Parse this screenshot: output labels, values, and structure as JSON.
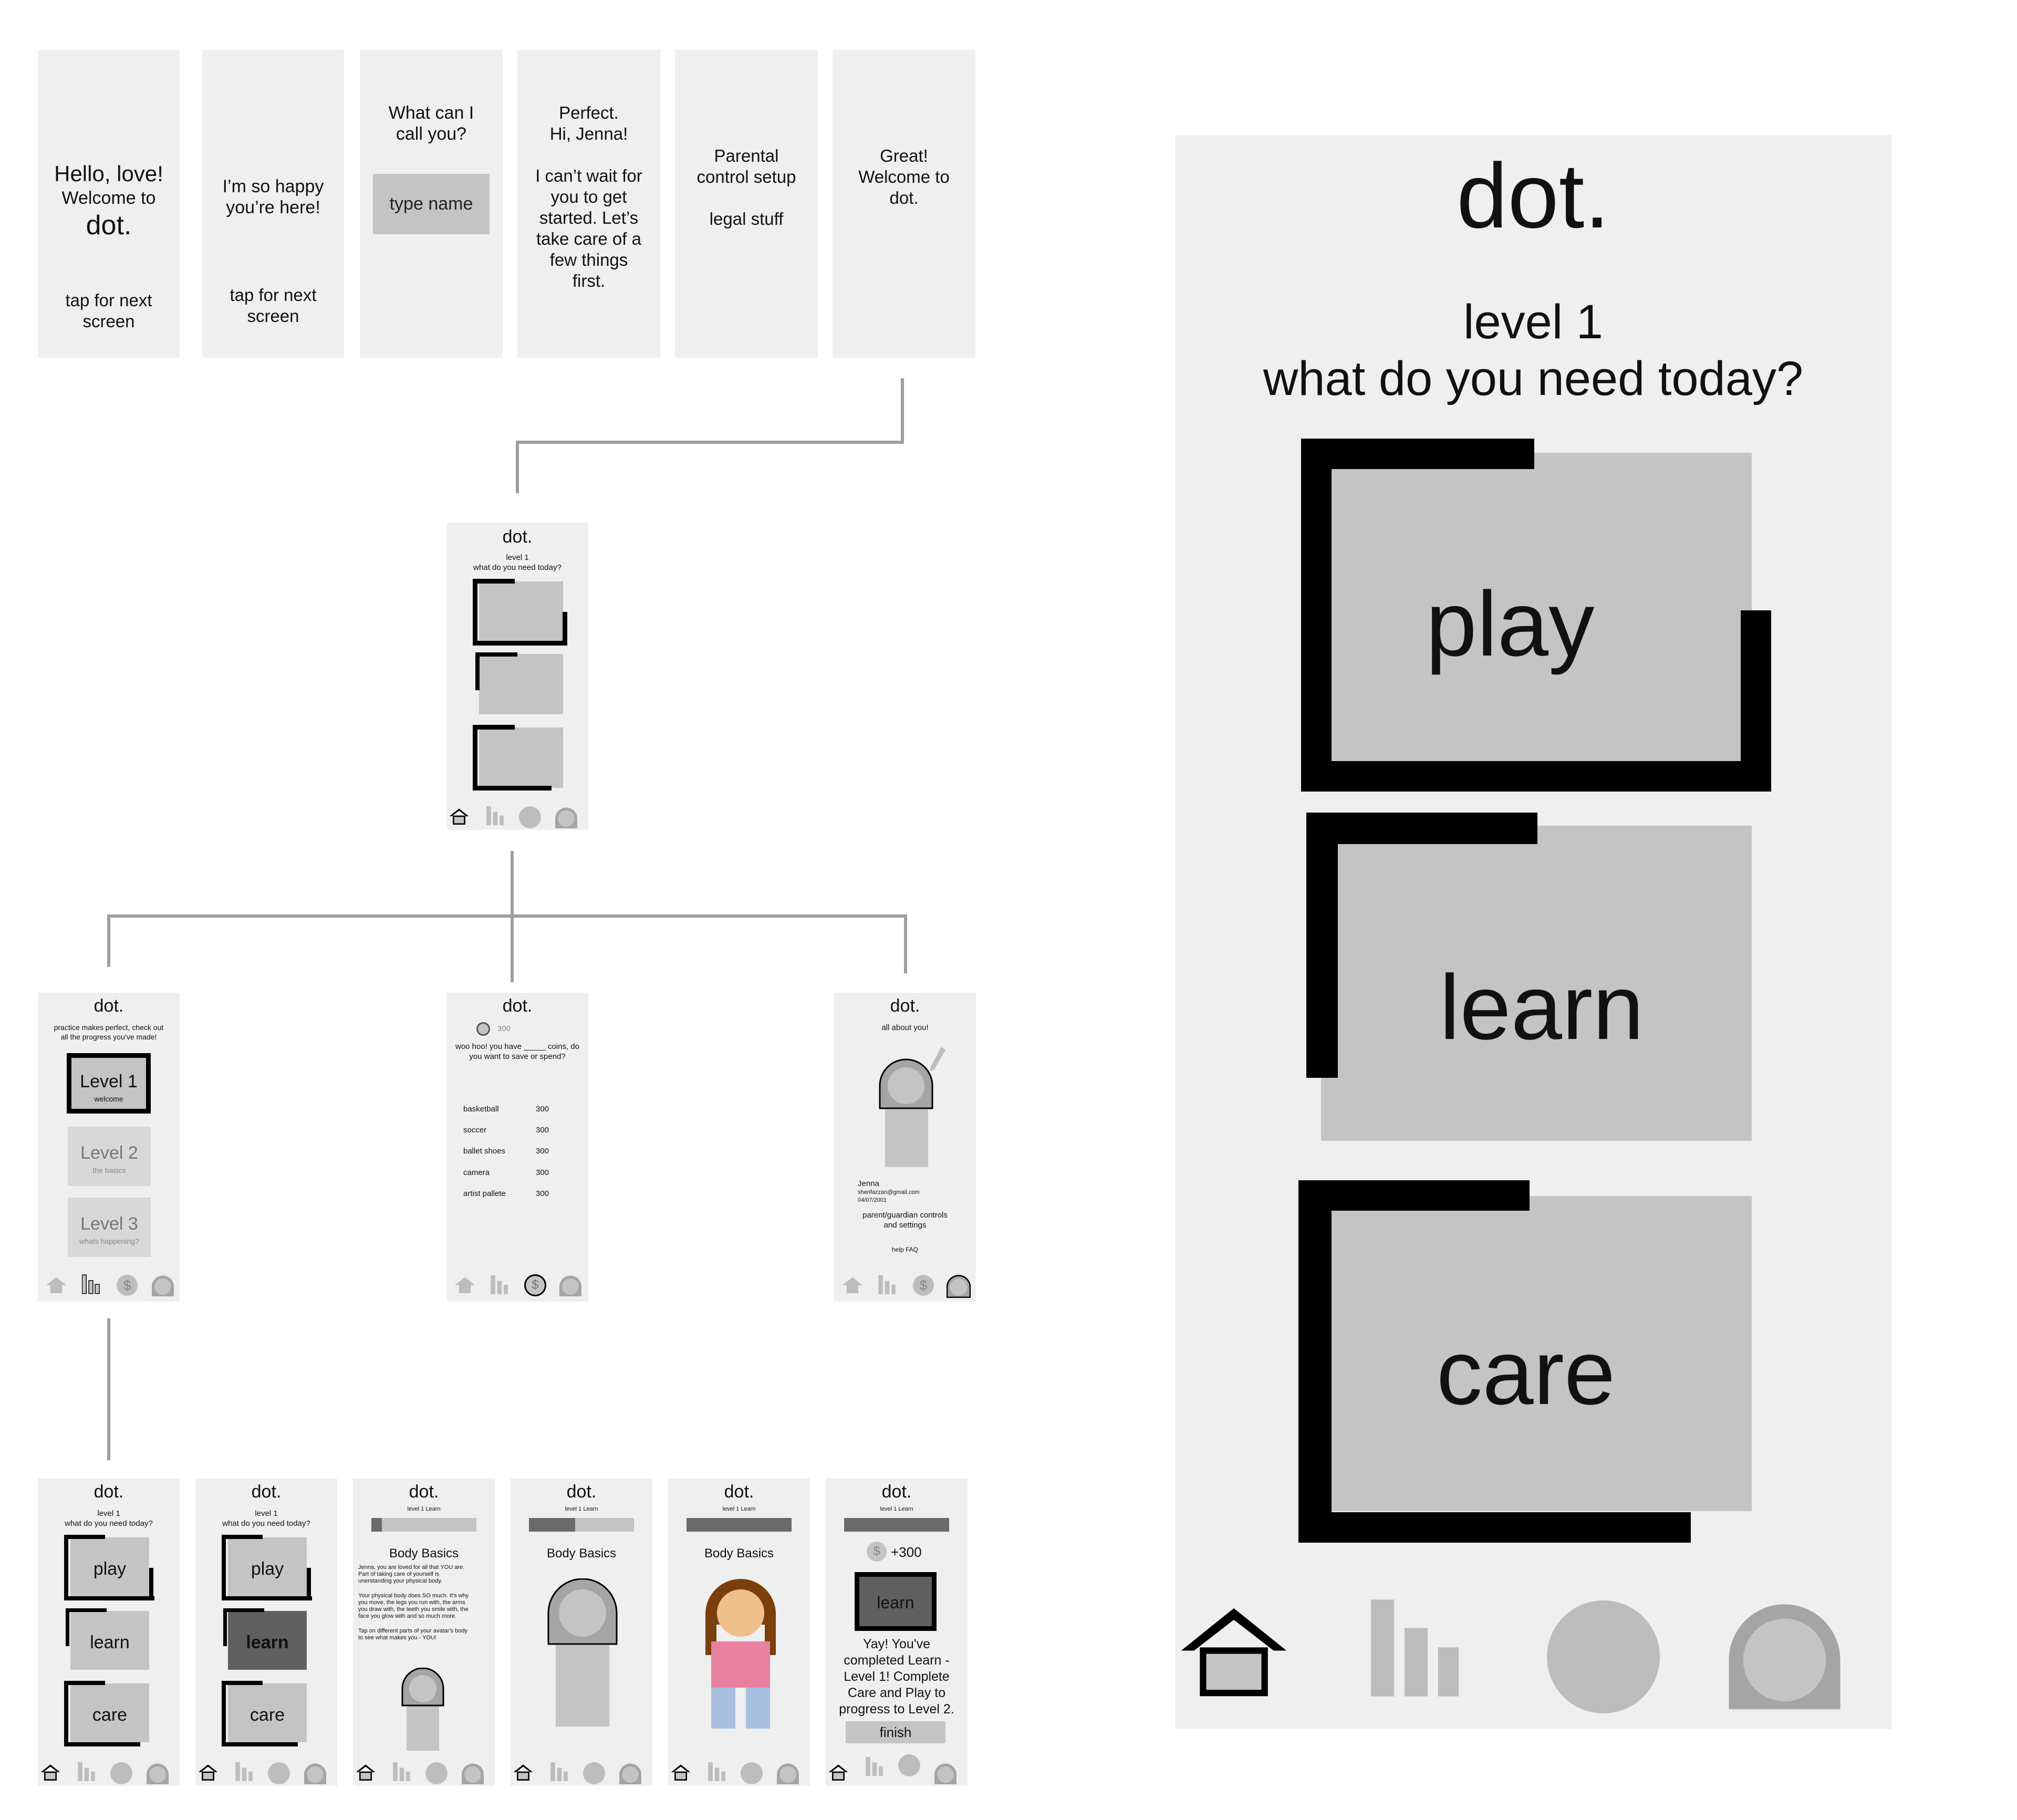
{
  "brand": "dot.",
  "onboarding": {
    "s1": {
      "line1": "Hello, love!",
      "line2": "Welcome to",
      "line3": "dot.",
      "tap1": "tap for next",
      "tap2": "screen"
    },
    "s2": {
      "line1": "I’m so happy",
      "line2": "you’re here!",
      "tap1": "tap for next",
      "tap2": "screen"
    },
    "s3": {
      "line1": "What can I",
      "line2": "call you?",
      "input_placeholder": "type name"
    },
    "s4": {
      "lines": [
        "Perfect.",
        "Hi, Jenna!",
        "",
        "I can’t wait for",
        "you to get",
        "started. Let’s",
        "take care of a",
        "few things",
        "first."
      ]
    },
    "s5": {
      "line1": "Parental",
      "line2": "control setup",
      "line3": "legal stuff"
    },
    "s6": {
      "line1": "Great!",
      "line2": "Welcome to",
      "line3": "dot."
    }
  },
  "home": {
    "level": "level 1",
    "prompt": "what do you need today?",
    "options": [
      "play",
      "learn",
      "care"
    ]
  },
  "progress": {
    "intro1": "practice makes perfect, check out",
    "intro2": "all the progress you’ve made!",
    "levels": [
      {
        "name": "Level 1",
        "sub": "welcome"
      },
      {
        "name": "Level 2",
        "sub": "the basics"
      },
      {
        "name": "Level 3",
        "sub": "whats happening?"
      }
    ]
  },
  "shop": {
    "coins": "300",
    "text1": "woo hoo! you have _____ coins, do",
    "text2": "you want to save or spend?",
    "items": [
      {
        "name": "basketball",
        "price": "300"
      },
      {
        "name": "soccer",
        "price": "300"
      },
      {
        "name": "ballet shoes",
        "price": "300"
      },
      {
        "name": "camera",
        "price": "300"
      },
      {
        "name": "artist pallete",
        "price": "300"
      }
    ]
  },
  "profile": {
    "heading": "all about you!",
    "name": "Jenna",
    "email": "sherifazzan@gmail.com",
    "dob": "04/07/2001",
    "controls1": "parent/guardian controls",
    "controls2": "and settings",
    "help": "help FAQ"
  },
  "learn": {
    "header": "level 1 Learn",
    "title": "Body Basics",
    "p1": [
      "Jenna, you are loved for all that YOU are.",
      "Part of taking care of yourself is",
      "unerstanding your physical body."
    ],
    "p2": [
      "Your physical body does SO much. It's why",
      "you move, the legs you run with, the arms",
      "you draw with, the teeth you smile with, the",
      "face you glow with and so much more."
    ],
    "p3": [
      "Tap on different parts of your avatar's body",
      "to see what makes you - YOU!"
    ],
    "reward": "+300",
    "done_button": "learn",
    "complete": [
      "Yay! You've",
      "completed Learn -",
      "Level 1! Complete",
      "Care and Play to",
      "progress to Level 2."
    ],
    "finish": "finish"
  },
  "colors": {
    "screen_bg": "#efefef",
    "box": "#c4c4c4",
    "active_box": "#5f5f5f",
    "icon": "#bdbdbd",
    "connector": "#9e9e9e",
    "hair": "#7a3f0a",
    "skin": "#efc08c",
    "shirt": "#e7819f",
    "pants": "#a9bfe0"
  }
}
